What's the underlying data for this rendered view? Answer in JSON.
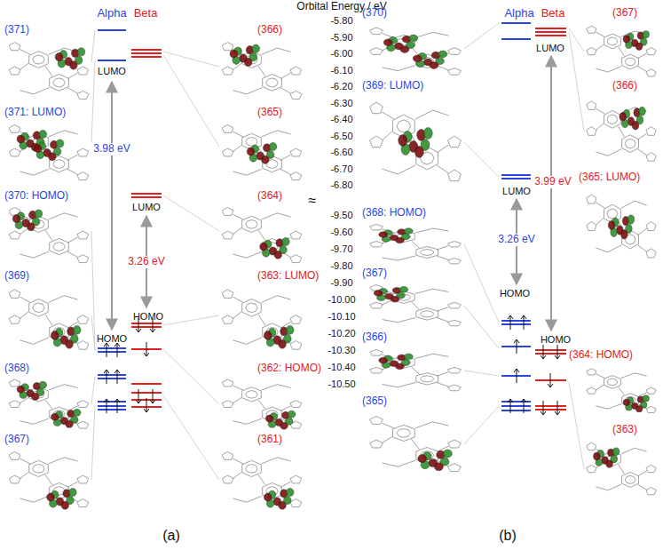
{
  "diagram": {
    "labels": [
      "Alpha",
      "Beta",
      "Orbital Energy / eV",
      "Alpha",
      "Beta",
      "-5.80",
      "-5.90",
      "-6.00",
      "-6.10",
      "-6.20",
      "-6.30",
      "-6.40",
      "-6.50",
      "-6.60",
      "-6.70",
      "-6.80",
      "≈",
      "-9.50",
      "-9.60",
      "-9.70",
      "-9.80",
      "-9.90",
      "-10.00",
      "-10.10",
      "-10.20",
      "-10.30",
      "-10.40",
      "-10.50",
      "(371)",
      "(371: LUMO)",
      "(370: HOMO)",
      "(369)",
      "(368)",
      "(367)",
      "(366)",
      "(365)",
      "(364)",
      "(363: LUMO)",
      "(362: HOMO)",
      "(361)",
      "LUMO",
      "3.98 eV",
      "LUMO",
      "3.26 eV",
      "HOMO",
      "HOMO",
      "(a)",
      "(370)",
      "(369: LUMO)",
      "(368: HOMO)",
      "(367)",
      "(366)",
      "(365)",
      "(367)",
      "(366)",
      "(365: LUMO)",
      "(364: HOMO)",
      "(363)",
      "LUMO",
      "LUMO",
      "3.26 eV",
      "3.99 eV",
      "HOMO",
      "HOMO",
      "(b)"
    ]
  }
}
